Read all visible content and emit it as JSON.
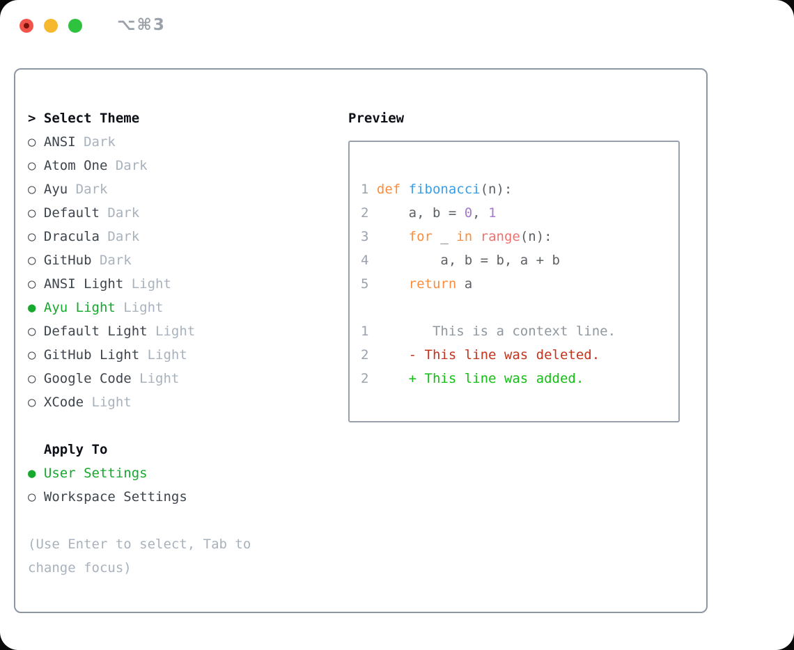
{
  "titlebar": {
    "shortcut": "⌥⌘3"
  },
  "panel": {
    "select_theme": {
      "prompt": ">",
      "title": "Select Theme",
      "items": [
        {
          "marker": "○",
          "name": "ANSI",
          "variant": "Dark",
          "selected": false
        },
        {
          "marker": "○",
          "name": "Atom One",
          "variant": "Dark",
          "selected": false
        },
        {
          "marker": "○",
          "name": "Ayu",
          "variant": "Dark",
          "selected": false
        },
        {
          "marker": "○",
          "name": "Default",
          "variant": "Dark",
          "selected": false
        },
        {
          "marker": "○",
          "name": "Dracula",
          "variant": "Dark",
          "selected": false
        },
        {
          "marker": "○",
          "name": "GitHub",
          "variant": "Dark",
          "selected": false
        },
        {
          "marker": "○",
          "name": "ANSI Light",
          "variant": "Light",
          "selected": false
        },
        {
          "marker": "●",
          "name": "Ayu Light",
          "variant": "Light",
          "selected": true
        },
        {
          "marker": "○",
          "name": "Default Light",
          "variant": "Light",
          "selected": false
        },
        {
          "marker": "○",
          "name": "GitHub Light",
          "variant": "Light",
          "selected": false
        },
        {
          "marker": "○",
          "name": "Google Code",
          "variant": "Light",
          "selected": false
        },
        {
          "marker": "○",
          "name": "XCode",
          "variant": "Light",
          "selected": false
        }
      ]
    },
    "apply_to": {
      "title": "Apply To",
      "items": [
        {
          "marker": "●",
          "label": "User Settings",
          "selected": true
        },
        {
          "marker": "○",
          "label": "Workspace Settings",
          "selected": false
        }
      ]
    },
    "hint_lines": [
      "(Use Enter to select, Tab to",
      "change focus)"
    ],
    "preview": {
      "title": "Preview",
      "lines": [
        {
          "num": "1",
          "segments": [
            {
              "t": "def",
              "c": "keyword"
            },
            {
              "t": " ",
              "c": "base"
            },
            {
              "t": "fibonacci",
              "c": "function"
            },
            {
              "t": "(n):",
              "c": "base"
            }
          ]
        },
        {
          "num": "2",
          "segments": [
            {
              "t": "    a, b = ",
              "c": "base"
            },
            {
              "t": "0",
              "c": "number"
            },
            {
              "t": ", ",
              "c": "base"
            },
            {
              "t": "1",
              "c": "number"
            }
          ]
        },
        {
          "num": "3",
          "segments": [
            {
              "t": "    ",
              "c": "base"
            },
            {
              "t": "for",
              "c": "keyword"
            },
            {
              "t": " _ ",
              "c": "base"
            },
            {
              "t": "in",
              "c": "keyword"
            },
            {
              "t": " ",
              "c": "base"
            },
            {
              "t": "range",
              "c": "call"
            },
            {
              "t": "(n):",
              "c": "base"
            }
          ]
        },
        {
          "num": "4",
          "segments": [
            {
              "t": "        a, b = b, a + b",
              "c": "base"
            }
          ]
        },
        {
          "num": "5",
          "segments": [
            {
              "t": "    ",
              "c": "base"
            },
            {
              "t": "return",
              "c": "keyword"
            },
            {
              "t": " a",
              "c": "base"
            }
          ]
        },
        {
          "num": "",
          "segments": []
        },
        {
          "num": "1",
          "segments": [
            {
              "t": "       This is a context line.",
              "c": "context"
            }
          ]
        },
        {
          "num": "2",
          "segments": [
            {
              "t": "    - This line was deleted.",
              "c": "deleted"
            }
          ]
        },
        {
          "num": "2",
          "segments": [
            {
              "t": "    + This line was added.",
              "c": "added"
            }
          ]
        }
      ]
    }
  },
  "colors": {
    "keyword": "#fa8d3e",
    "function": "#399ee6",
    "call": "#f07171",
    "number": "#a37acc",
    "base": "#5c6166",
    "context": "#8f979f",
    "deleted": "#c3331d",
    "added": "#13bf13",
    "selected_green": "#17a82e",
    "muted": "#a8b2bc",
    "item_text": "#3d444c",
    "heading": "#0d1117",
    "line_number": "#9aa2ad",
    "panel_border": "#8d97a4",
    "traffic_red": "#f2544c",
    "traffic_yellow": "#f6b82e",
    "traffic_green": "#2fc23e"
  }
}
